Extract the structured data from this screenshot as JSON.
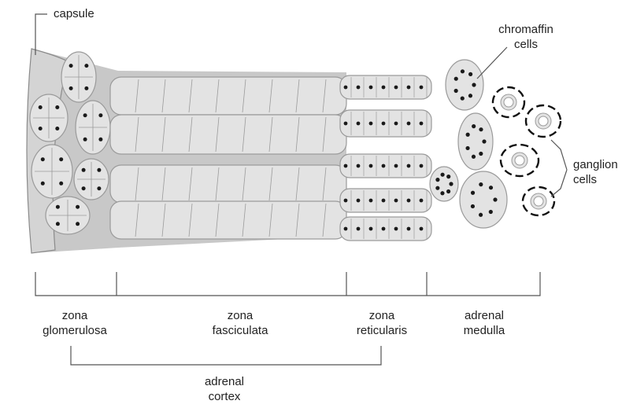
{
  "labels": {
    "capsule": "capsule",
    "chromaffin": [
      "chromaffin",
      "cells"
    ],
    "ganglion": [
      "ganglion",
      "cells"
    ],
    "zona_glomerulosa": [
      "zona",
      "glomerulosa"
    ],
    "zona_fasciculata": [
      "zona",
      "fasciculata"
    ],
    "zona_reticularis": [
      "zona",
      "reticularis"
    ],
    "adrenal_medulla": [
      "adrenal",
      "medulla"
    ],
    "adrenal_cortex": [
      "adrenal",
      "cortex"
    ]
  },
  "colors": {
    "cortex_bg": "#c8c8c8",
    "cell_fill": "#e3e3e3",
    "cell_stroke": "#9a9a9a",
    "nucleus": "#1a1a1a",
    "capsule": "#d4d4d4",
    "line": "#555555"
  }
}
